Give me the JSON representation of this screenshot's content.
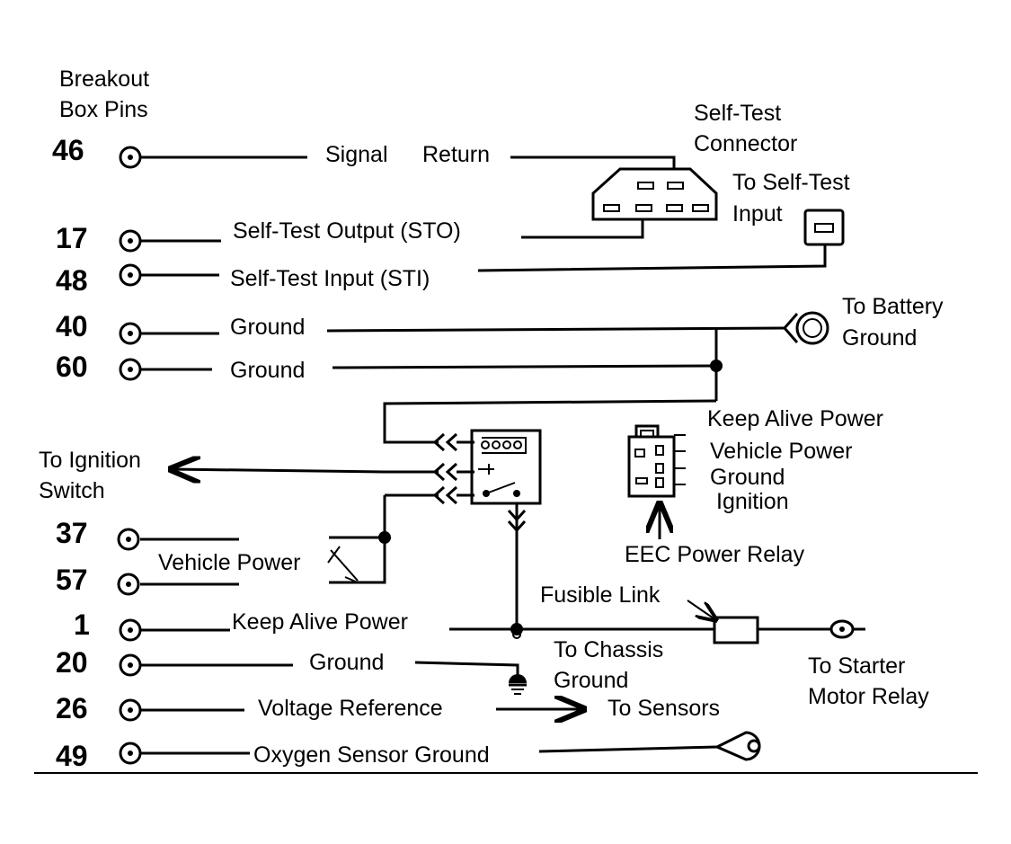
{
  "header": {
    "line1": "Breakout",
    "line2": "Box Pins"
  },
  "pins": [
    "46",
    "17",
    "48",
    "40",
    "60",
    "37",
    "57",
    "1",
    "20",
    "26",
    "49"
  ],
  "signals": {
    "signal_return_a": "Signal",
    "signal_return_b": "Return",
    "sto": "Self-Test Output (STO)",
    "sti": "Self-Test Input (STI)",
    "ground_40": "Ground",
    "ground_60": "Ground",
    "vehicle_power": "Vehicle Power",
    "keep_alive": "Keep Alive Power",
    "ground_20": "Ground",
    "vref": "Voltage Reference",
    "o2_ground": "Oxygen Sensor Ground"
  },
  "labels": {
    "self_test_connector_1": "Self-Test",
    "self_test_connector_2": "Connector",
    "to_self_test_input_1": "To Self-Test",
    "to_self_test_input_2": "Input",
    "to_battery_1": "To Battery",
    "to_battery_2": "Ground",
    "to_ignition_1": "To Ignition",
    "to_ignition_2": "Switch",
    "relay_keep_alive": "Keep Alive Power",
    "relay_vehicle_power": "Vehicle Power",
    "relay_ground": "Ground",
    "relay_ignition": "Ignition",
    "eec_power_relay": "EEC Power Relay",
    "fusible_link": "Fusible Link",
    "to_chassis_1": "To Chassis",
    "to_chassis_2": "Ground",
    "to_starter_1": "To Starter",
    "to_starter_2": "Motor Relay",
    "to_sensors": "To Sensors"
  }
}
